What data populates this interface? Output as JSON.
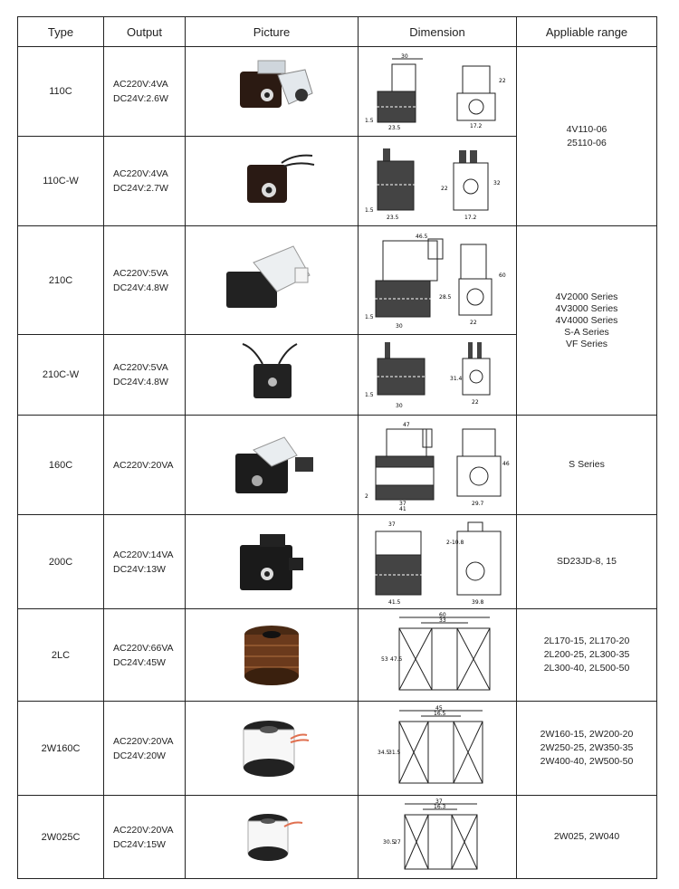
{
  "headers": {
    "type": "Type",
    "output": "Output",
    "picture": "Picture",
    "dimension": "Dimension",
    "range": "Appliable range"
  },
  "rows": [
    {
      "type": "110C",
      "output": [
        "AC220V:4VA",
        "DC24V:2.6W"
      ]
    },
    {
      "type": "110C-W",
      "output": [
        "AC220V:4VA",
        "DC24V:2.7W"
      ]
    },
    {
      "type": "210C",
      "output": [
        "AC220V:5VA",
        "DC24V:4.8W"
      ]
    },
    {
      "type": "210C-W",
      "output": [
        "AC220V:5VA",
        "DC24V:4.8W"
      ]
    },
    {
      "type": "160C",
      "output": [
        "AC220V:20VA"
      ]
    },
    {
      "type": "200C",
      "output": [
        "AC220V:14VA",
        "DC24V:13W"
      ]
    },
    {
      "type": "2LC",
      "output": [
        "AC220V:66VA",
        "DC24V:45W"
      ]
    },
    {
      "type": "2W160C",
      "output": [
        "AC220V:20VA",
        "DC24V:20W"
      ]
    },
    {
      "type": "2W025C",
      "output": [
        "AC220V:20VA",
        "DC24V:15W"
      ]
    }
  ],
  "ranges": {
    "r110": [
      "4V110-06",
      "25110-06"
    ],
    "r210": [
      "4V2000 Series",
      "4V3000 Series",
      "4V4000 Series",
      "S-A Series",
      "VF Series"
    ],
    "r160": [
      "S Series"
    ],
    "r200": [
      "SD23JD-8, 15"
    ],
    "r2lc": [
      "2L170-15, 2L170-20",
      "2L200-25, 2L300-35",
      "2L300-40, 2L500-50"
    ],
    "r2w160": [
      "2W160-15, 2W200-20",
      "2W250-25, 2W350-35",
      "2W400-40, 2W500-50"
    ],
    "r2w025": [
      "2W025, 2W040"
    ]
  },
  "dimension_labels": {
    "d110": [
      "30",
      "22",
      "17.2",
      "23.5",
      "1.5"
    ],
    "d110w": [
      "22",
      "32",
      "17.2",
      "23.5",
      "1.5"
    ],
    "d210": [
      "46.5",
      "60",
      "28.5",
      "22",
      "30",
      "1.5"
    ],
    "d210w": [
      "31.4",
      "22",
      "30",
      "1.5"
    ],
    "d160": [
      "47",
      "46",
      "29.7",
      "37",
      "41",
      "2"
    ],
    "d200": [
      "37",
      "2-10.8",
      "39.8",
      "41.5"
    ],
    "d2lc": [
      "60",
      "33",
      "53",
      "47.5"
    ],
    "d2w160": [
      "45",
      "16.5",
      "34.5",
      "31.5"
    ],
    "d2w025": [
      "37",
      "16.3",
      "30.5",
      "27"
    ]
  }
}
